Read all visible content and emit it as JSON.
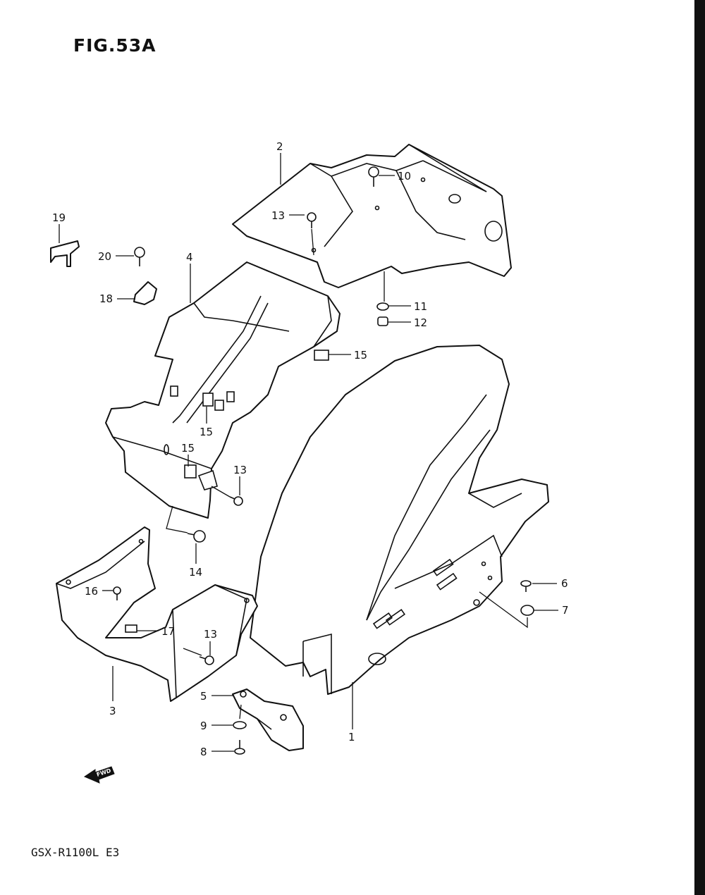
{
  "figure_title": "FIG.53A",
  "model_code": "GSX-R1100L E3",
  "fwd_label": "FWD",
  "callouts": {
    "c1": "1",
    "c2": "2",
    "c3": "3",
    "c4": "4",
    "c5": "5",
    "c6": "6",
    "c7": "7",
    "c8": "8",
    "c9": "9",
    "c10": "10",
    "c11": "11",
    "c12": "12",
    "c13a": "13",
    "c13b": "13",
    "c13c": "13",
    "c14": "14",
    "c15a": "15",
    "c15b": "15",
    "c15c": "15",
    "c16": "16",
    "c17": "17",
    "c18": "18",
    "c19": "19",
    "c20": "20"
  }
}
